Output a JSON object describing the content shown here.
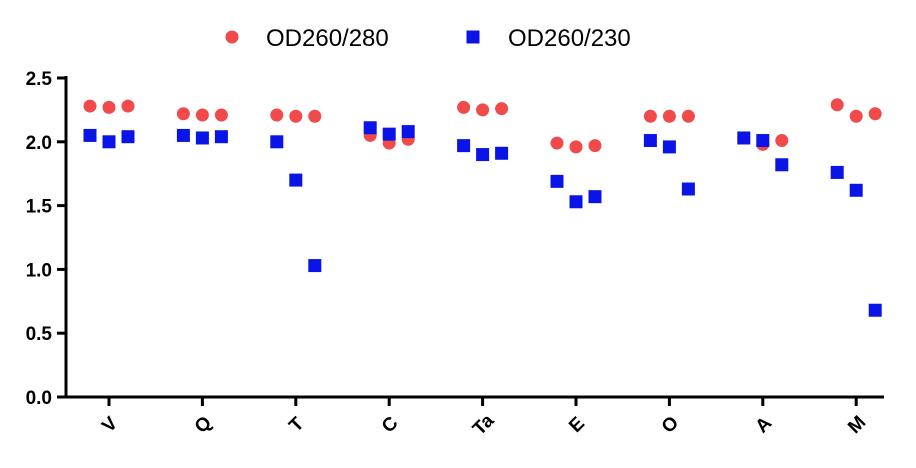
{
  "chart_data": {
    "type": "scatter",
    "title": "",
    "xlabel": "",
    "ylabel": "",
    "categories": [
      "V",
      "Q",
      "T",
      "C",
      "Ta",
      "E",
      "O",
      "A",
      "M"
    ],
    "ylim": [
      0,
      2.5
    ],
    "yticks": [
      "0.0",
      "0.5",
      "1.0",
      "1.5",
      "2.0",
      "2.5"
    ],
    "grid": false,
    "legend_position": "top-center",
    "series": [
      {
        "name": "OD260/280",
        "marker": "circle",
        "color": "#f04a4a",
        "values": [
          [
            2.28,
            2.27,
            2.28
          ],
          [
            2.22,
            2.21,
            2.21
          ],
          [
            2.21,
            2.2,
            2.2
          ],
          [
            2.05,
            1.99,
            2.02
          ],
          [
            2.27,
            2.25,
            2.26
          ],
          [
            1.99,
            1.96,
            1.97
          ],
          [
            2.2,
            2.2,
            2.2
          ],
          [
            2.03,
            1.98,
            2.01
          ],
          [
            2.29,
            2.2,
            2.22
          ]
        ]
      },
      {
        "name": "OD260/230",
        "marker": "square",
        "color": "#0a14e6",
        "values": [
          [
            2.05,
            2.0,
            2.04
          ],
          [
            2.05,
            2.03,
            2.04
          ],
          [
            2.0,
            1.7,
            1.03
          ],
          [
            2.11,
            2.06,
            2.08
          ],
          [
            1.97,
            1.9,
            1.91
          ],
          [
            1.69,
            1.53,
            1.57
          ],
          [
            2.01,
            1.96,
            1.63
          ],
          [
            2.03,
            2.01,
            1.82
          ],
          [
            1.76,
            1.62,
            0.68
          ]
        ]
      }
    ]
  }
}
